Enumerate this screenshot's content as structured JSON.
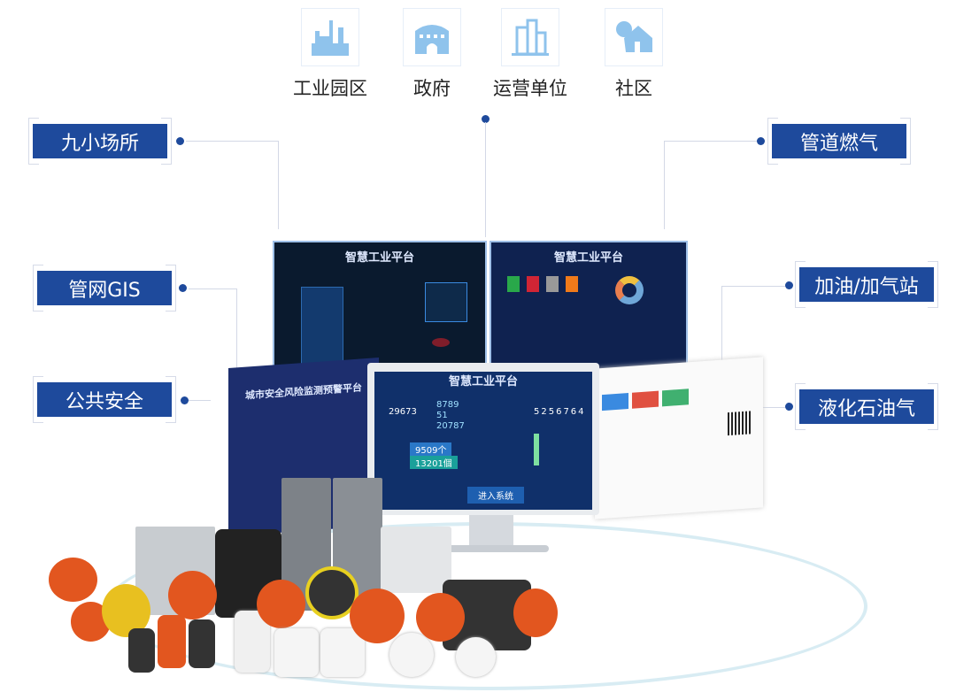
{
  "categories": [
    {
      "label": "工业园区",
      "icon": "factory-icon"
    },
    {
      "label": "政府",
      "icon": "government-building-icon"
    },
    {
      "label": "运营单位",
      "icon": "office-building-icon"
    },
    {
      "label": "社区",
      "icon": "house-icon"
    }
  ],
  "left_tags": [
    "九小场所",
    "管网GIS",
    "公共安全"
  ],
  "right_tags": [
    "管道燃气",
    "加油/加气站",
    "液化石油气"
  ],
  "screens": {
    "map_title": "智慧工业平台",
    "dashboard_title": "智慧工业平台",
    "monitor_title": "智慧工业平台",
    "city_title": "城市安全风险监测预警平台",
    "monitor": {
      "total": "29673",
      "v1": "8789",
      "v2": "51",
      "v3": "20787",
      "companies": "9509个",
      "users": "13201個",
      "counter": "5256764",
      "enter": "进入系统"
    }
  },
  "colors": {
    "tag": "#1e4a9c",
    "icon": "#8fc3ec",
    "screen": "#0f2250",
    "device": "#e2561f"
  }
}
